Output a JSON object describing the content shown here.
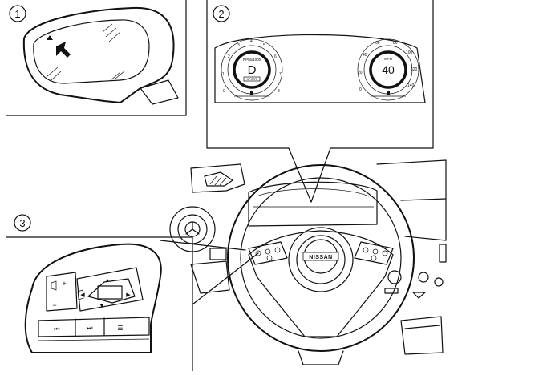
{
  "callouts": {
    "one": "1",
    "two": "2",
    "three": "3"
  },
  "meter": {
    "tach_units": "RPMx1000",
    "tach_ticks": [
      "0",
      "1",
      "2",
      "3",
      "4",
      "5",
      "6",
      "7",
      "8"
    ],
    "gear": "D",
    "gear_mode": "SPORT",
    "speed_units": "MPH",
    "speed_value": "40",
    "speed_ticks": [
      "0",
      "20",
      "40",
      "60",
      "80",
      "100",
      "120",
      "140"
    ]
  },
  "steering_wheel": {
    "logo_text": "NISSAN"
  },
  "switch_panel": {
    "plus": "+",
    "minus": "−",
    "up": "▲",
    "down": "▼",
    "left": "◀",
    "right": "▶",
    "prev_track": "⏮",
    "next_track": "⏭",
    "menu": "☰"
  },
  "colors": {
    "line": "#111111",
    "background": "#ffffff"
  }
}
